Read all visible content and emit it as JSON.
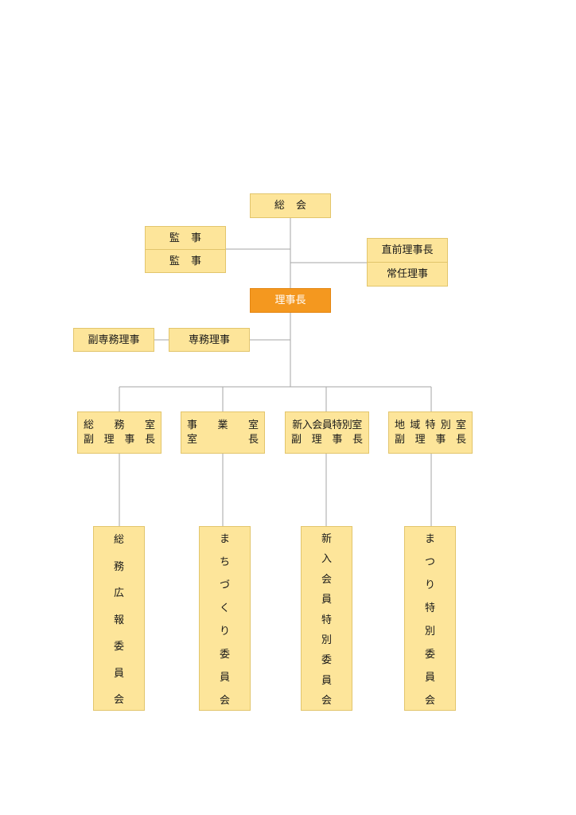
{
  "diagram": {
    "general_meeting": "総 会",
    "auditors": [
      "監 事",
      "監 事"
    ],
    "advisors": [
      "直前理事長",
      "常任理事"
    ],
    "chair": "理事長",
    "executive_director": "専務理事",
    "vice_executive_director": "副専務理事",
    "offices": [
      {
        "line1": [
          "総",
          "務",
          "室"
        ],
        "line2": [
          "副",
          "理",
          "事",
          "長"
        ]
      },
      {
        "line1": [
          "事",
          "業",
          "室"
        ],
        "line2": [
          "室",
          "長"
        ]
      },
      {
        "line1": [
          "新入会員特別室"
        ],
        "line2": [
          "副",
          "理",
          "事",
          "長"
        ]
      },
      {
        "line1": [
          "地",
          "域",
          "特",
          "別",
          "室"
        ],
        "line2": [
          "副",
          "理",
          "事",
          "長"
        ]
      }
    ],
    "committees": [
      [
        "総",
        "務",
        "広",
        "報",
        "委",
        "員",
        "会"
      ],
      [
        "ま",
        "ち",
        "づ",
        "く",
        "り",
        "委",
        "員",
        "会"
      ],
      [
        "新",
        "入",
        "会",
        "員",
        "特",
        "別",
        "委",
        "員",
        "会"
      ],
      [
        "ま",
        "つ",
        "り",
        "特",
        "別",
        "委",
        "員",
        "会"
      ]
    ]
  }
}
